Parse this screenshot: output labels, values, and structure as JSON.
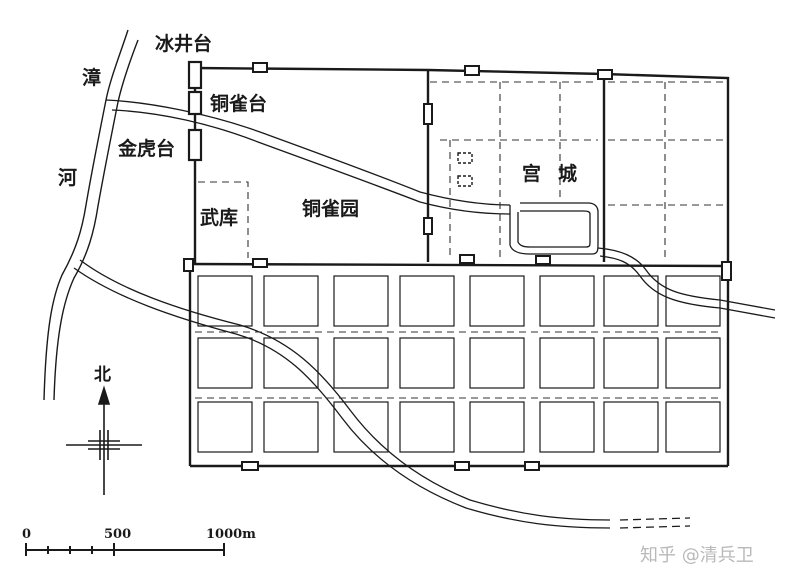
{
  "labels": {
    "bingjingtai": "冰井台",
    "tongquetai": "铜雀台",
    "jinhutai": "金虎台",
    "zhang": "漳",
    "he": "河",
    "wuku": "武库",
    "tongqueyuan": "铜雀园",
    "gong": "宫",
    "cheng": "城",
    "north": "北"
  },
  "scale": {
    "zero": "0",
    "mid": "500",
    "end": "1000m"
  },
  "watermark": "知乎 @清兵卫",
  "colors": {
    "line": "#1a1a1a",
    "dash": "#333333"
  }
}
